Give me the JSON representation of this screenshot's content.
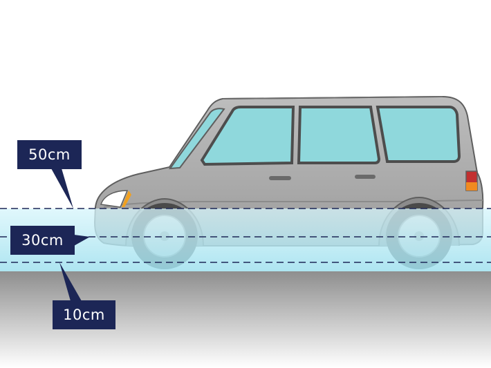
{
  "water_levels": [
    {
      "label": "50cm"
    },
    {
      "label": "30cm"
    },
    {
      "label": "10cm"
    }
  ],
  "colors": {
    "label_background": "#1c2656",
    "label_text": "#ffffff",
    "water": "#a8e4f0",
    "road_top": "#8e8e8e",
    "road_bottom": "#ffffff",
    "car_body": "#a9a9a9",
    "window_glass": "#8fd8dc",
    "dashed_line": "#1c2656"
  }
}
